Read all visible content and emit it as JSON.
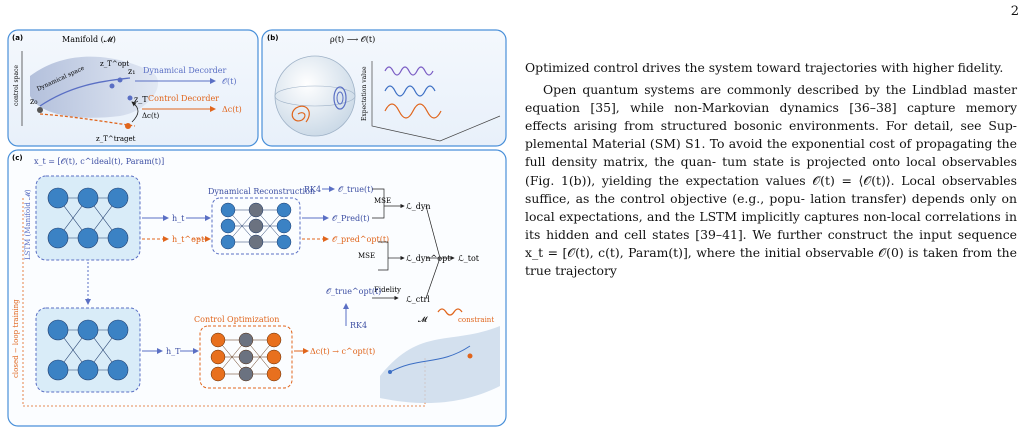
{
  "page": {
    "number": "2"
  },
  "figure": {
    "panel_a": {
      "label": "(a)",
      "manifold_label": "Manifold (𝓜)",
      "control_space_label": "control space",
      "dynamical_space_label": "Dynamical space",
      "dynamical_decoder_label": "Dynamical Decorder",
      "control_decoder_label": "Control Decorder",
      "output_o": "𝒪(t)",
      "output_dc": "Δc(t)",
      "z0": "z₀",
      "z1": "z₁",
      "zT": "z_T",
      "zT_opt": "z_T^opt",
      "zT_target": "z_T^traget",
      "delta_c": "Δc(t)"
    },
    "panel_b": {
      "label": "(b)",
      "mapping": "ρ(t) ⟶ 𝒪(t)",
      "yaxis_label": "Expectation value"
    },
    "panel_c": {
      "label": "(c)",
      "input_sequence": "x_t = [𝒪(t), c^ideal(t), Param(t)]",
      "lstm_label": "LSTM (Manifold 𝓜)",
      "loop_label": "closed − loop training",
      "rk4_top": "RK4",
      "o_true": "𝒪_true(t)",
      "dyn_recon": "Dynamical Reconstruction",
      "h_t": "h_t",
      "h_t_opt": "h_t^opt",
      "o_pred": "𝒪_Pred(t)",
      "o_pred_opt": "𝒪_pred^opt(t)",
      "mse1": "MSE",
      "mse2": "MSE",
      "l_dyn": "ℒ_dyn",
      "l_dyn_opt": "ℒ_dyn^opt",
      "l_tot": "ℒ_tot",
      "fidelity": "Fidelity",
      "l_ctrl": "ℒ_ctrl",
      "o_true_opt": "𝒪_true^opt(t)",
      "constraint": "constraint",
      "manifold_symbol": "𝓜",
      "rk4_bottom": "RK4",
      "control_opt": "Control Optimization",
      "h_T": "h_T",
      "dc_out": "Δc(t) → c^opt(t)"
    },
    "colors": {
      "blue": "#5a6fc4",
      "orange": "#e0651c",
      "frame": "#4a90d9",
      "node_blue": "#3b82c4",
      "node_gray": "#6b7280",
      "node_orange": "#e8701e"
    }
  },
  "text": {
    "paragraph1": "Optimized control drives the system toward trajectories with higher fidelity.",
    "paragraph2_lines": [
      "Open quantum systems are commonly described by",
      "the Lindblad master equation [35], while non-Markovian",
      "dynamics [36–38] capture memory effects arising from",
      "structured bosonic environments.  For detail, see Sup-",
      "plemental Material (SM) S1.  To avoid the exponential",
      "cost of propagating the full density matrix, the quan-",
      "tum state is projected onto local observables (Fig. 1(b)),",
      "yielding the expectation values 𝒪(t) = ⟨𝒪(t)⟩.  Local",
      "observables suffice, as the control objective (e.g., popu-",
      "lation transfer) depends only on local expectations, and",
      "the LSTM implicitly captures non-local correlations in its",
      "hidden and cell states [39–41]. We further construct the",
      "input sequence x_t = [𝒪(t),  c(t),  Param(t)], where the",
      "initial observable 𝒪(0) is taken from the true trajectory"
    ]
  }
}
